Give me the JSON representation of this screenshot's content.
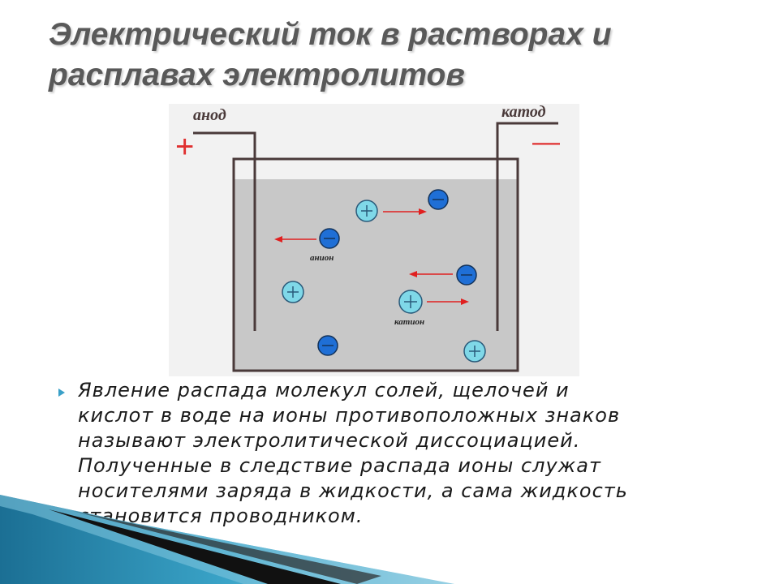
{
  "slide": {
    "title_lines": [
      "Электрический ток в растворах и",
      "расплавах электролитов"
    ],
    "figure": {
      "anode_label": "анод",
      "cathode_label": "катод",
      "plus_sign": "+",
      "minus_sign": "—",
      "anion_label": "анион",
      "cation_label": "катион"
    },
    "bullet_lines": [
      "Явление распада молекул солей, щелочей и",
      "кислот в воде на ионы противоположных знаков",
      "называют электролитической диссоциацией.",
      "Полученные в следствие распада ионы служат",
      "носителями заряда в жидкости, а сама жидкость",
      "становится проводником."
    ],
    "colors": {
      "title": "#595959",
      "electrolyte": "#c8c8c8",
      "cation": "#7fd8e8",
      "anion": "#1f6fd6",
      "arrow": "#e02020",
      "accent": "#2a8fb8"
    }
  }
}
